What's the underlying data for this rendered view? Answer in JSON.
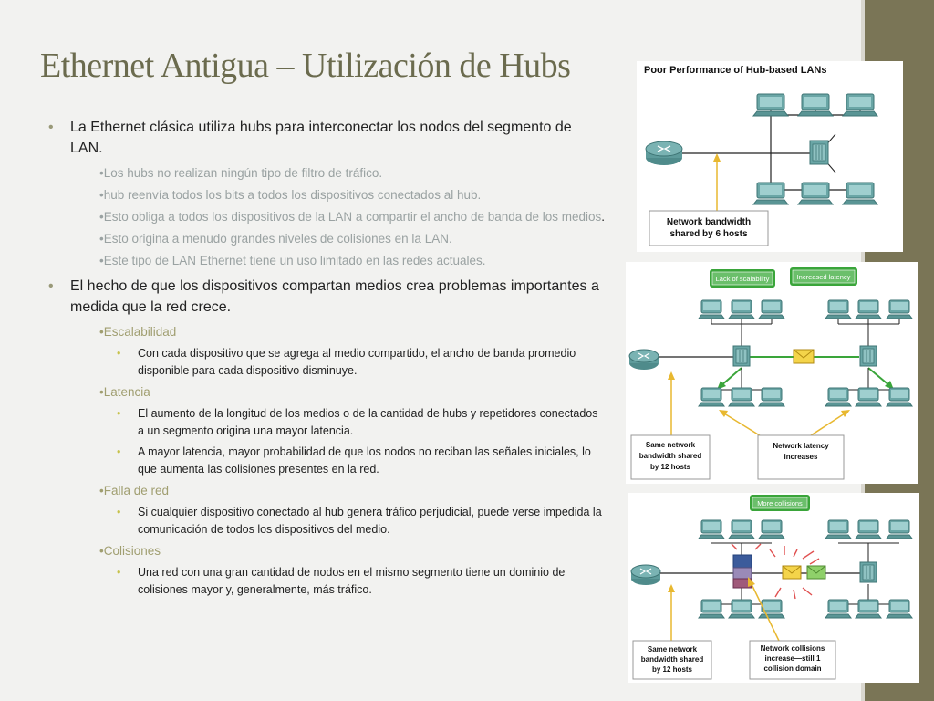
{
  "slide": {
    "title": "Ethernet Antigua – Utilización de Hubs",
    "bullets": [
      {
        "text": "La Ethernet clásica utiliza hubs para interconectar los nodos del segmento de LAN."
      },
      {
        "text": "•Los hubs no realizan ningún tipo de filtro de tráfico."
      },
      {
        "text": "•hub reenvía todos los bits a todos los dispositivos conectados al hub."
      },
      {
        "text": "•Esto obliga a todos los dispositivos de la LAN a compartir el ancho de banda de los medios",
        "suffix": "."
      },
      {
        "text": "•Esto origina a menudo grandes niveles de colisiones en la LAN."
      },
      {
        "text": "•Este tipo de LAN Ethernet tiene un uso limitado en las redes actuales."
      },
      {
        "text": "El hecho de que los dispositivos compartan medios crea problemas importantes a medida que la red crece."
      },
      {
        "text": "•Escalabilidad"
      },
      {
        "text": "Con cada dispositivo que se agrega al medio compartido, el ancho de banda promedio disponible para cada dispositivo disminuye."
      },
      {
        "text": "•Latencia"
      },
      {
        "text": "El aumento de la longitud de los medios o de la cantidad de hubs y repetidores conectados a un segmento origina una mayor latencia."
      },
      {
        "text": "A mayor latencia, mayor probabilidad de que los nodos no reciban las señales iniciales, lo que aumenta las colisiones presentes en la red."
      },
      {
        "text": "•Falla de red"
      },
      {
        "text": "Si cualquier dispositivo conectado al hub genera tráfico perjudicial, puede verse impedida la comunicación de todos los dispositivos del medio."
      },
      {
        "text": "•Colisiones"
      },
      {
        "text": "Una red con una gran cantidad de nodos en el mismo segmento tiene un dominio de colisiones mayor y, generalmente, más tráfico."
      }
    ],
    "bullet_glyph": "•"
  },
  "figures": {
    "fig1": {
      "title": "Poor Performance of Hub-based LANs",
      "callout_line1": "Network bandwidth",
      "callout_line2": "shared by 6 hosts"
    },
    "fig2": {
      "tag_left": "Lack of scalability",
      "tag_right": "Increased latency",
      "callout_left_line1": "Same network",
      "callout_left_line2": "bandwidth shared",
      "callout_left_line3": "by 12 hosts",
      "callout_right_line1": "Network latency",
      "callout_right_line2": "increases"
    },
    "fig3": {
      "tag": "More collisions",
      "callout_left_line1": "Same network",
      "callout_left_line2": "bandwidth shared",
      "callout_left_line3": "by 12 hosts",
      "callout_right_line1": "Network collisions",
      "callout_right_line2": "increase—still 1",
      "callout_right_line3": "collision domain"
    }
  },
  "colors": {
    "title": "#6b6b4e",
    "side_bar": "#7a7556",
    "subbullet_gray": "#9aa2a2",
    "subbullet_olive": "#a09e70",
    "tag_green": "#3aa53a",
    "arrow_yellow": "#e8b830",
    "device_teal": "#5a9595"
  }
}
